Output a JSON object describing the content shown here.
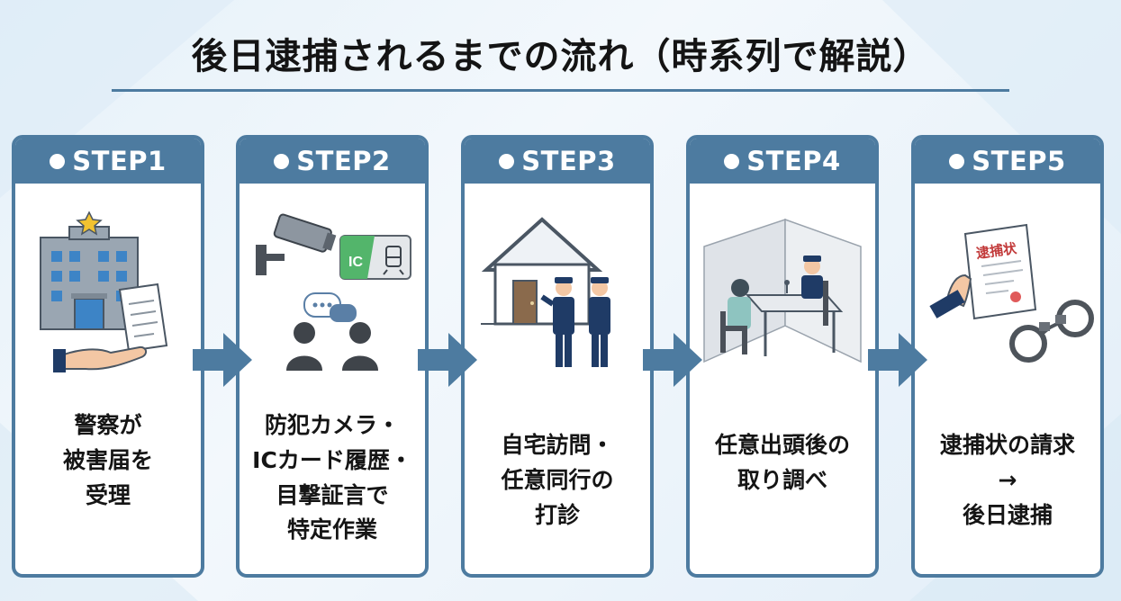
{
  "title": "後日逮捕されるまでの流れ（時系列で解説）",
  "colors": {
    "accent": "#4d7ba0",
    "navy": "#1f3b66",
    "background": "#eef5fb"
  },
  "steps": [
    {
      "label": "STEP1",
      "lines": [
        "警察が",
        "被害届を",
        "受理"
      ],
      "icon": "police-station-report-icon"
    },
    {
      "label": "STEP2",
      "lines": [
        "防犯カメラ・",
        "ICカード履歴・",
        "目撃証言で",
        "特定作業"
      ],
      "icon": "investigation-icon",
      "ic_card_text": "IC"
    },
    {
      "label": "STEP3",
      "lines": [
        "自宅訪問・",
        "任意同行の",
        "打診"
      ],
      "icon": "house-visit-icon"
    },
    {
      "label": "STEP4",
      "lines": [
        "任意出頭後の",
        "取り調べ"
      ],
      "icon": "interrogation-room-icon"
    },
    {
      "label": "STEP5",
      "lines": [
        "逮捕状の請求",
        "→",
        "後日逮捕"
      ],
      "icon": "arrest-warrant-handcuffs-icon",
      "warrant_text": "逮捕状"
    }
  ]
}
